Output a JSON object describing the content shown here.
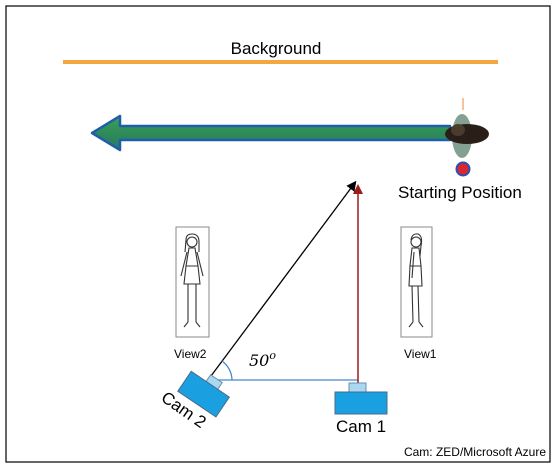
{
  "labels": {
    "background": "Background",
    "starting_position": "Starting Position",
    "view2": "View2",
    "view1": "View1",
    "angle_value": "50",
    "angle_superscript": "o",
    "cam2": "Cam 2",
    "cam1": "Cam 1",
    "footnote": "Cam: ZED/Microsoft Azure"
  },
  "colors": {
    "background_line": "#f4a640",
    "arrow_fill": "#2e8b57",
    "arrow_outline": "#1f5fa8",
    "camera_blue": "#1aa0e0",
    "camera_light": "#a9d8f0",
    "baseline": "#4a86c8",
    "cam1_ray": "#9b1c1c",
    "start_dot": "#d9272e",
    "start_dot_ring": "#2b4fb3"
  },
  "icons": {
    "walking_person": "walking-person-icon",
    "standing_figure_front": "standing-figure-front-icon",
    "standing_figure_side": "standing-figure-side-icon",
    "camera": "camera-icon"
  }
}
